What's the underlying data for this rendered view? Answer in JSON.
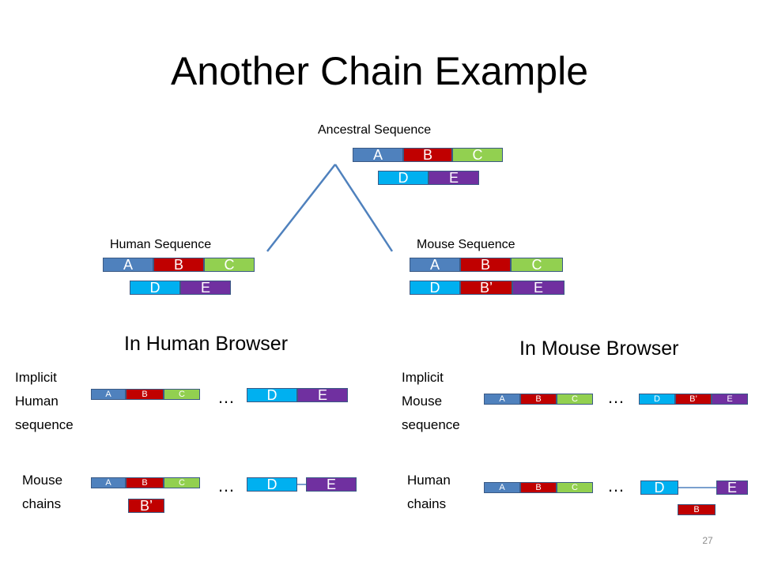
{
  "title": "Another Chain Example",
  "page_number": "27",
  "colors": {
    "A": "#4f81bd",
    "B": "#c00000",
    "C": "#92d050",
    "D": "#00b0f0",
    "E": "#7030a0",
    "link": "#4f81bd"
  },
  "labels": {
    "ancestral": "Ancestral Sequence",
    "human_seq": "Human Sequence",
    "mouse_seq": "Mouse Sequence",
    "in_human": "In Human Browser",
    "in_mouse": "In Mouse Browser",
    "implicit_human": [
      "Implicit",
      "Human",
      "sequence"
    ],
    "mouse_chains": [
      "Mouse",
      "chains"
    ],
    "implicit_mouse": [
      "Implicit",
      "Mouse",
      "sequence"
    ],
    "human_chains": [
      "Human",
      "chains"
    ],
    "ellipsis": "…"
  },
  "segments": {
    "A": "A",
    "B": "B",
    "C": "C",
    "D": "D",
    "E": "E",
    "Bp": "B’"
  }
}
